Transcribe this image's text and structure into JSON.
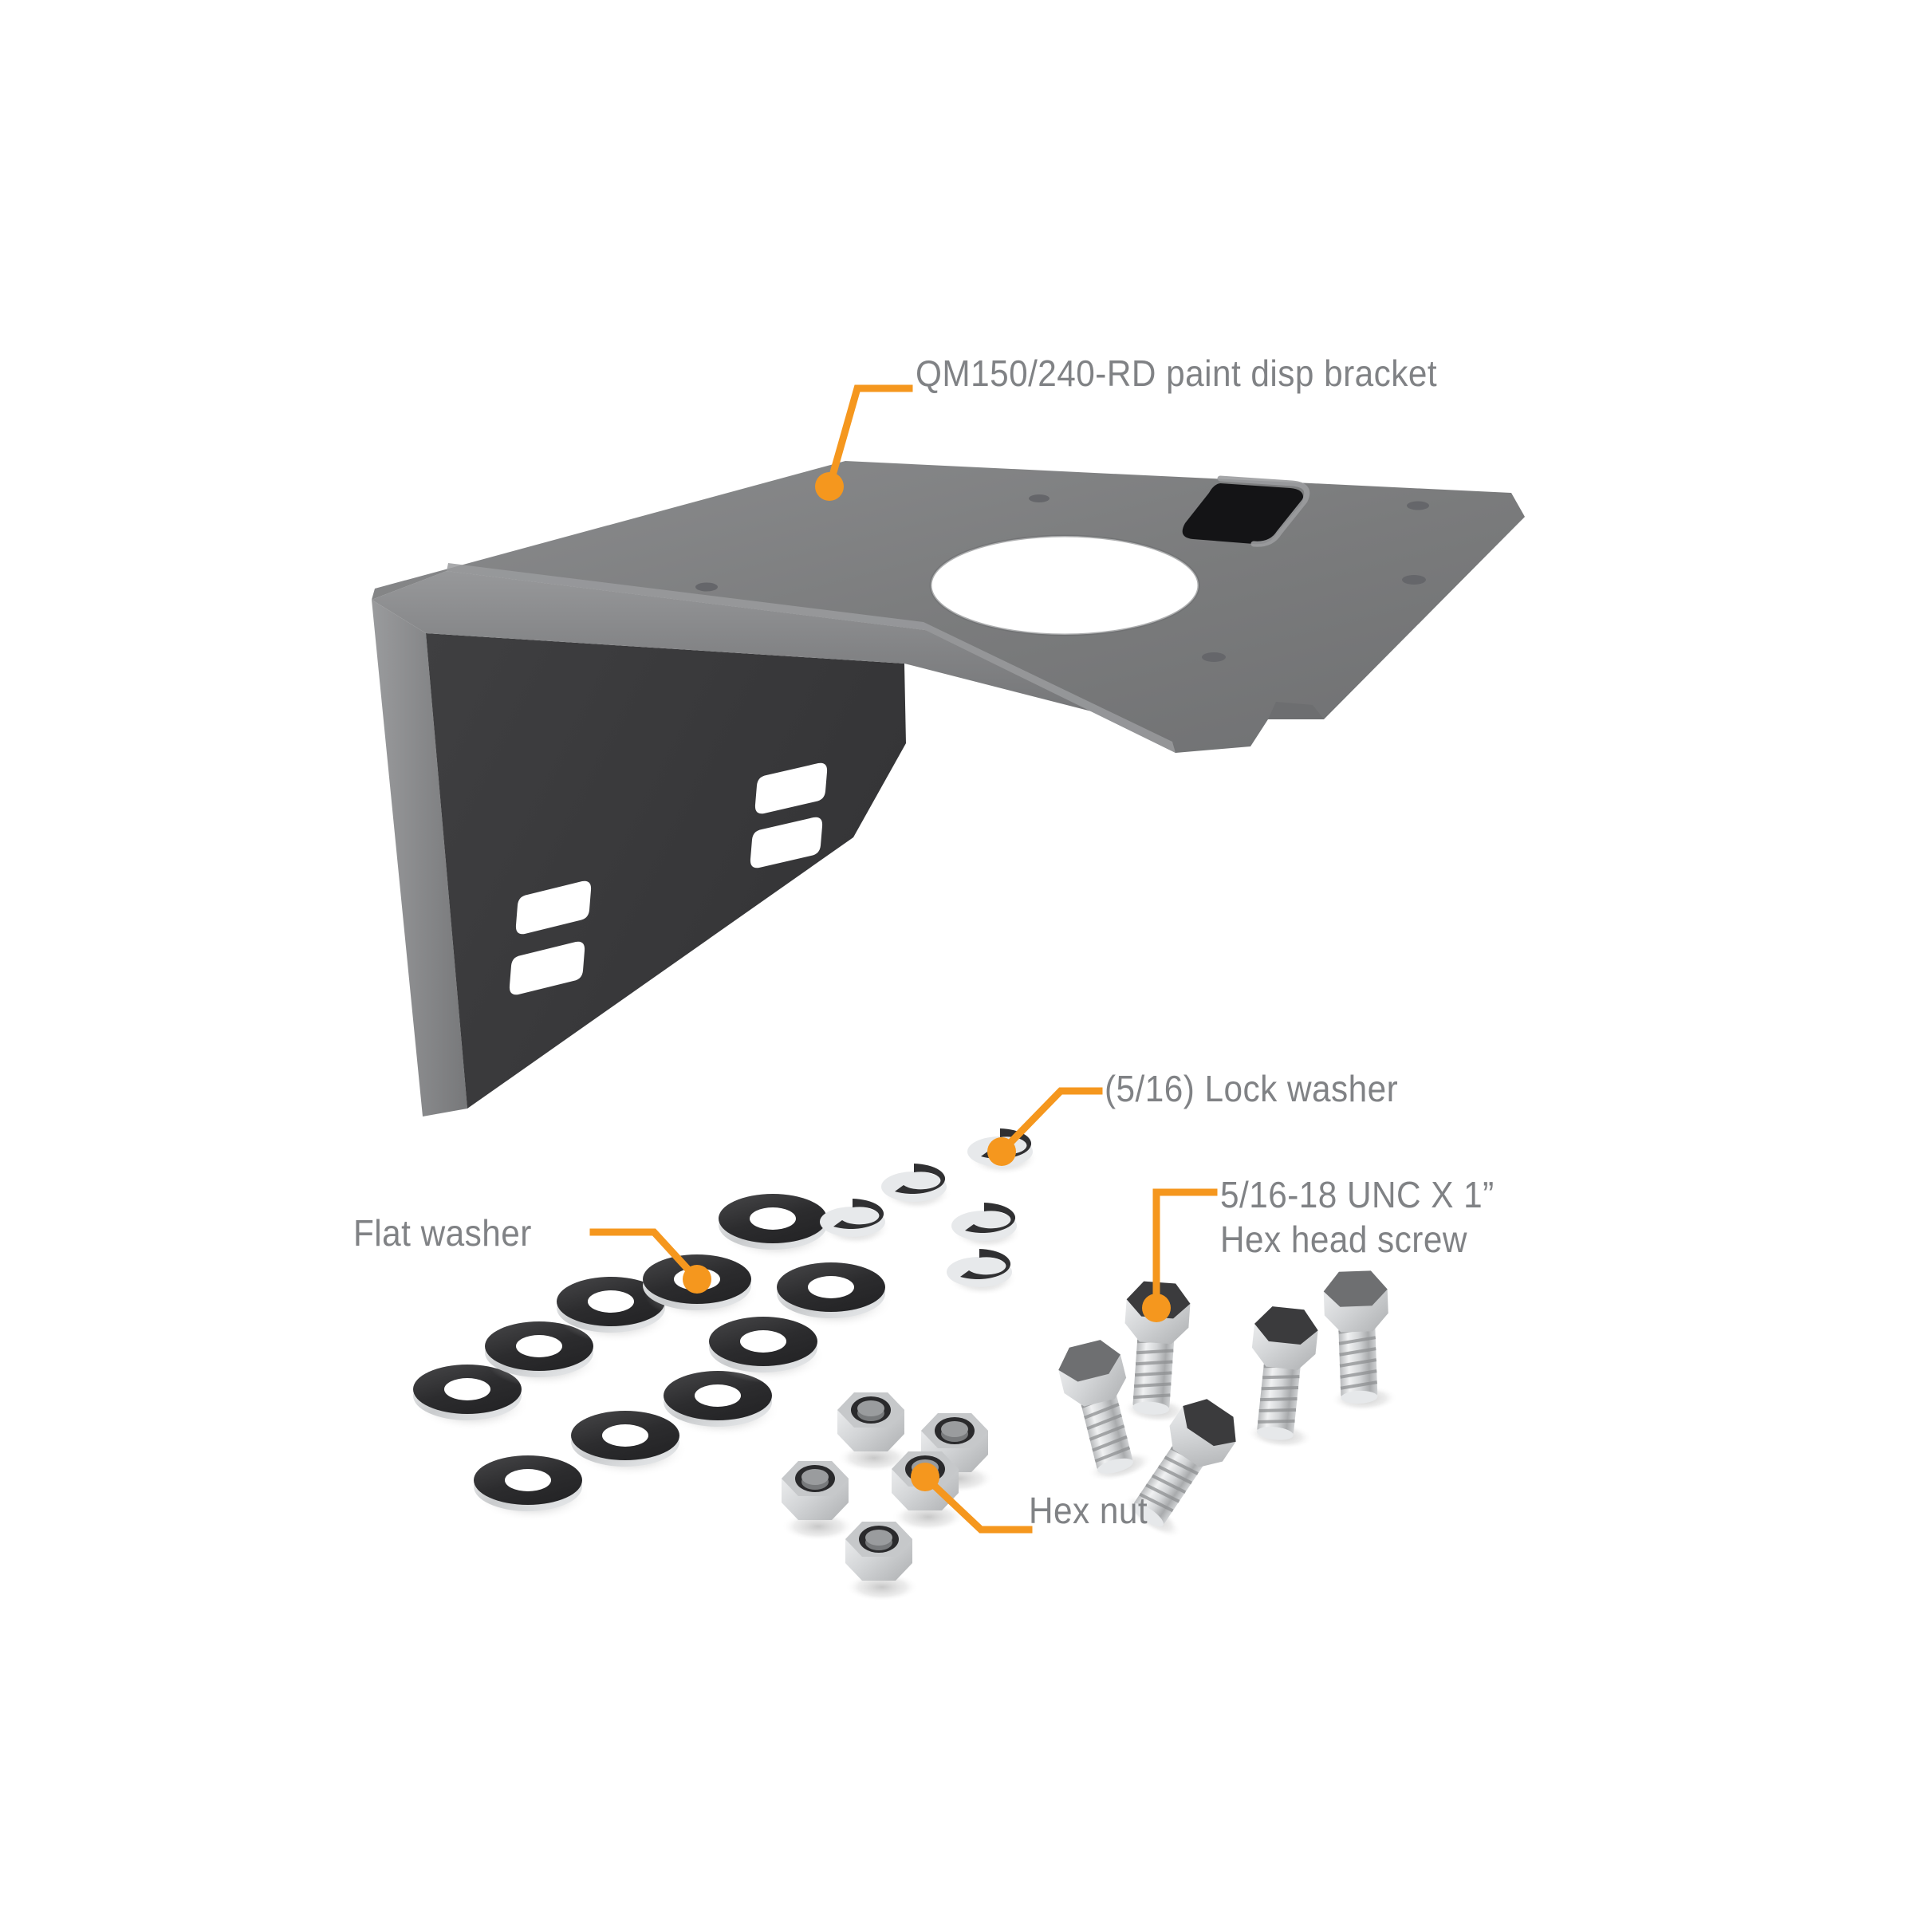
{
  "diagram": {
    "title": "QM150/240-RD paint disp bracket exploded parts diagram",
    "background_color": "#ffffff",
    "accent_color": "#F5971E",
    "label_text_color": "#808285",
    "bracket_top_color": "#7a7b7c",
    "bracket_inner_color": "#3a3a3c",
    "hardware_dark_color": "#2f2f31",
    "hardware_silver_color": "#d5d7d9"
  },
  "callouts": [
    {
      "id": "bracket",
      "label": "QM150/240-RD paint disp bracket",
      "lines": [
        "QM150/240-RD paint disp bracket"
      ],
      "target": "bracket-top-plate"
    },
    {
      "id": "lock_washer",
      "label": "(5/16) Lock washer",
      "lines": [
        "(5/16) Lock washer"
      ],
      "target": "lock-washer"
    },
    {
      "id": "hex_head_screw",
      "label": "5/16-18 UNC X 1” Hex head screw",
      "lines": [
        "5/16-18 UNC X 1”",
        "Hex head screw"
      ],
      "target": "hex-head-screw"
    },
    {
      "id": "flat_washer",
      "label": "Flat washer",
      "lines": [
        "Flat washer"
      ],
      "target": "flat-washer"
    },
    {
      "id": "hex_nut",
      "label": "Hex nut",
      "lines": [
        "Hex nut"
      ],
      "target": "hex-nut"
    }
  ],
  "parts": {
    "bracket": {
      "name": "QM150/240-RD paint disp bracket",
      "quantity": 1,
      "features": {
        "large_round_hole": 1,
        "rounded_square_cutout": 1,
        "small_dimple_holes": 5,
        "front_face_slots": 4,
        "edge_notch": 1
      }
    },
    "flat_washer": {
      "name": "Flat washer",
      "quantity": 10
    },
    "lock_washer": {
      "name": "(5/16) Lock washer",
      "quantity": 5
    },
    "hex_nut": {
      "name": "Hex nut",
      "quantity": 5
    },
    "hex_head_screw": {
      "name": "5/16-18 UNC X 1” Hex head screw",
      "quantity": 5
    }
  }
}
